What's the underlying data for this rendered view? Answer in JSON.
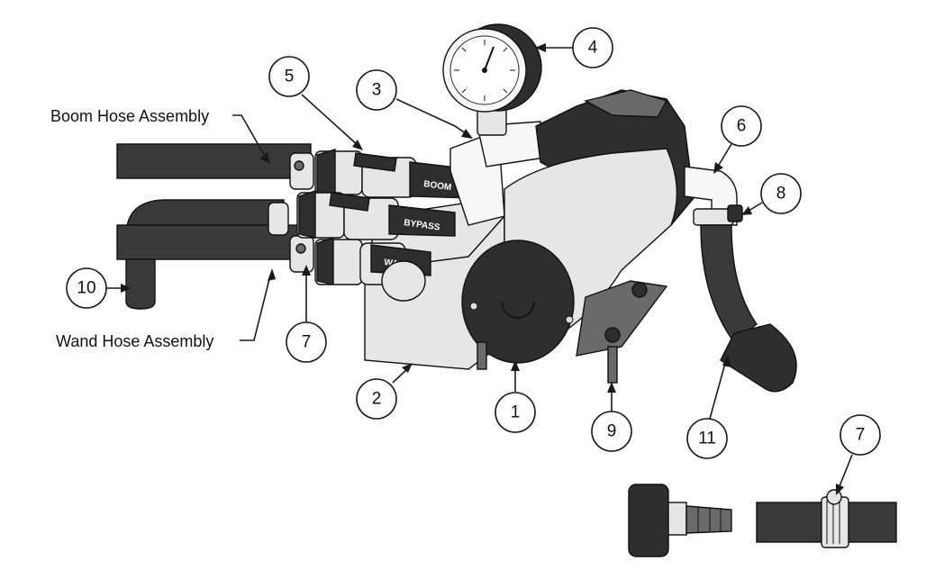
{
  "labels": {
    "boom_hose": "Boom Hose Assembly",
    "wand_hose": "Wand Hose Assembly"
  },
  "valve_labels": {
    "boom": "BOOM",
    "bypass": "BYPASS",
    "wand": "WAND"
  },
  "callouts": {
    "c1": "1",
    "c2": "2",
    "c3": "3",
    "c4": "4",
    "c5": "5",
    "c6": "6",
    "c7": "7",
    "c7b": "7",
    "c8": "8",
    "c9": "9",
    "c10": "10",
    "c11": "11"
  },
  "icons": {
    "pump": "pump-motor-icon",
    "manifold": "valve-manifold-icon",
    "gauge": "pressure-gauge-icon"
  }
}
